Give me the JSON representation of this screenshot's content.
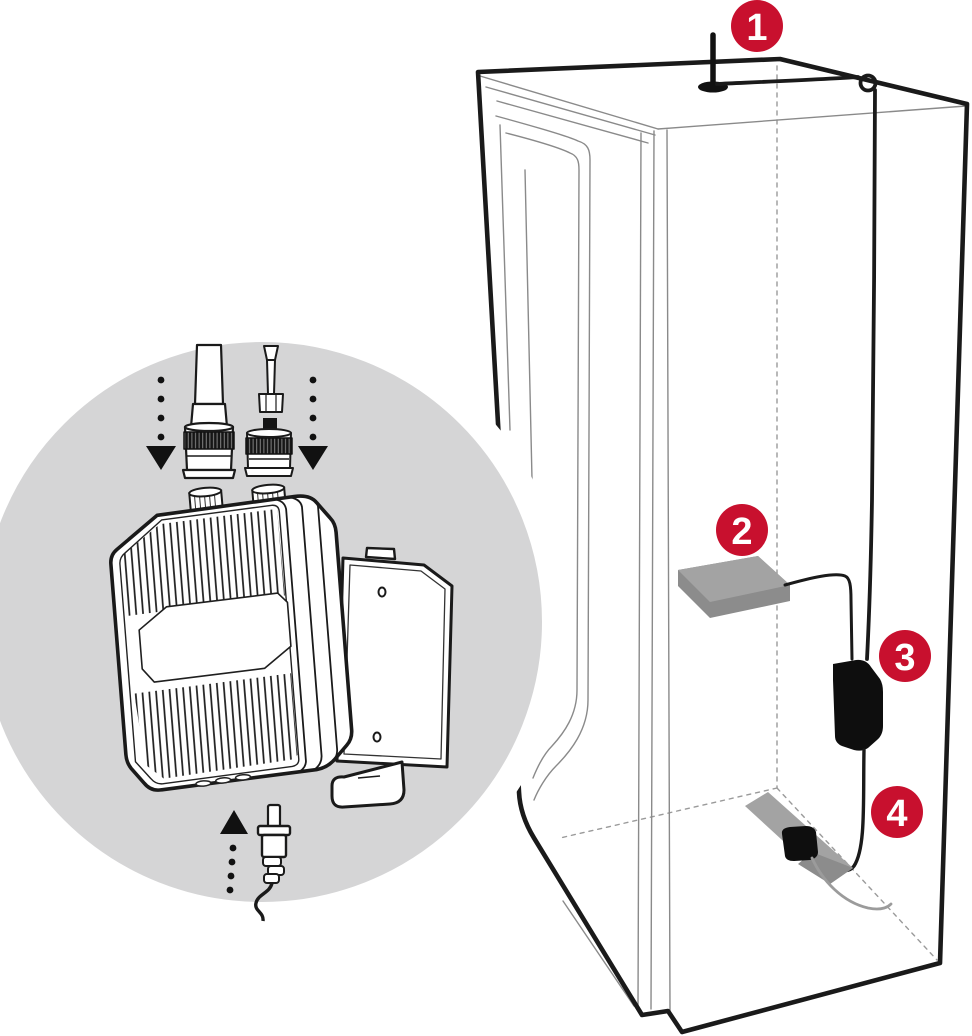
{
  "diagram": {
    "title_present": false,
    "callouts": [
      {
        "number": "1"
      },
      {
        "number": "2"
      },
      {
        "number": "3"
      },
      {
        "number": "4"
      }
    ],
    "colors": {
      "badge_red": "#C8102E",
      "badge_text": "#FFFFFF",
      "bubble_gray": "#D5D5D6",
      "slab_gray": "#A3A3A3",
      "slab_gray_dark": "#8C8C8C",
      "device_black": "#0E0E0E",
      "outline_black": "#1A1A1A",
      "thin_gray": "#8A8A8A",
      "cable_gray": "#9B9B9B"
    }
  }
}
